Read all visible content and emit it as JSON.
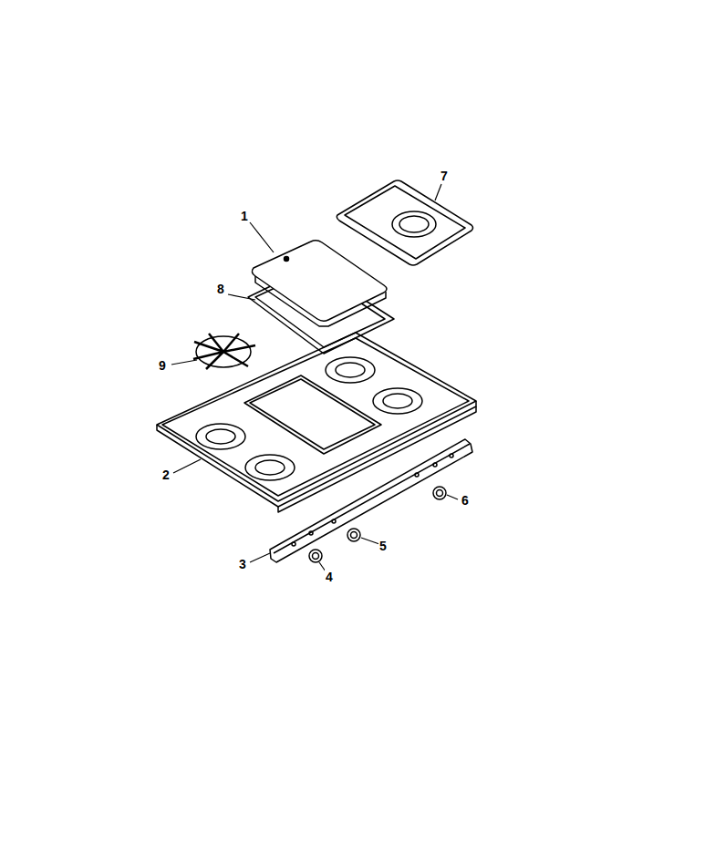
{
  "diagram": {
    "labels": [
      "7",
      "1",
      "8",
      "9",
      "2",
      "6",
      "5",
      "3",
      "4"
    ]
  }
}
